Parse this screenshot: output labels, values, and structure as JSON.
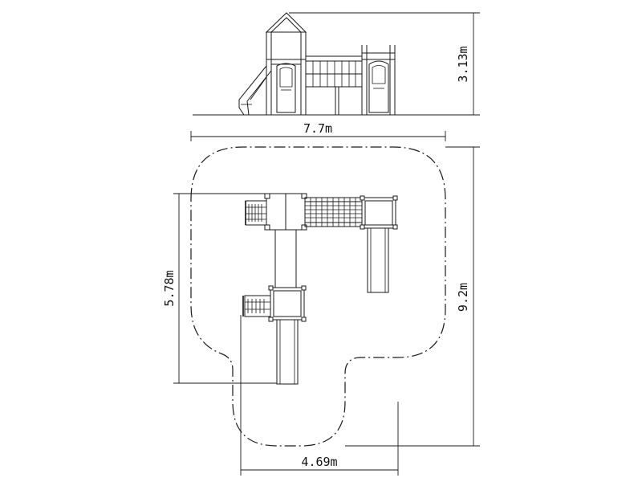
{
  "dimensions": {
    "overall_width": "7.7m",
    "overall_depth": "9.2m",
    "height": "3.13m",
    "left_depth": "5.78m",
    "bottom_width": "4.69m"
  }
}
